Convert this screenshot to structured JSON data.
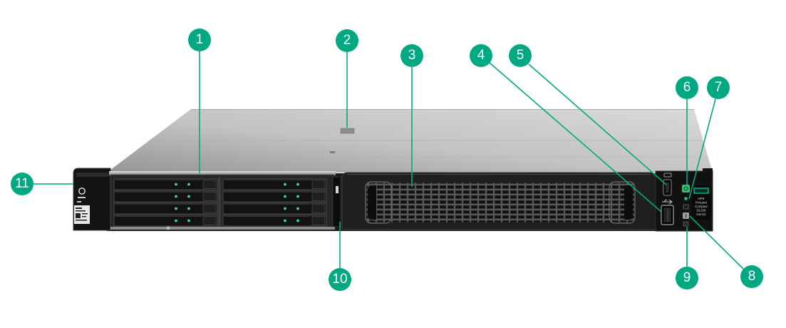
{
  "callouts": [
    "1",
    "2",
    "3",
    "4",
    "5",
    "6",
    "7",
    "8",
    "9",
    "10",
    "11"
  ],
  "nameplate": {
    "lines": [
      "HPE",
      "ProLiant",
      "Compute",
      "DL320",
      "Gen12"
    ]
  },
  "colors": {
    "background": "#ffffff",
    "callout": "#01a982",
    "leader_line": "#01a982",
    "nameplate_logo": "#01a982",
    "drive_activity_led": "#3ddc84",
    "power_button_led": "#2bc46f"
  },
  "icons": {
    "left_ear": "server-badge-icon",
    "ilo_port": "ilo-service-port-icon",
    "usb_port": "usb-superspeed-icon",
    "power_button": "power-icon",
    "uid_button": "uid-icon"
  }
}
